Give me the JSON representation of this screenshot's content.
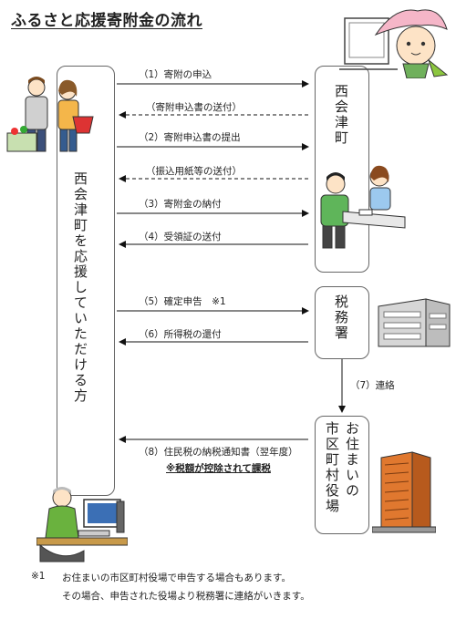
{
  "title": "ふるさと応援寄附金の流れ",
  "supporter_label": "西会津町を応援していただける方",
  "town_label": "西会津町",
  "tax_office_label": "税務署",
  "municipal_label_line1": "お住まいの",
  "municipal_label_line2": "市区町村役場",
  "steps": {
    "s1": "（1）寄附の申込",
    "s1b": "（寄附申込書の送付）",
    "s2": "（2）寄附申込書の提出",
    "s2b": "（振込用紙等の送付）",
    "s3": "（3）寄附金の納付",
    "s4": "（4）受領証の送付",
    "s5": "（5）確定申告　※1",
    "s6": "（6）所得税の還付",
    "s7": "（7）連絡",
    "s8": "（8）住民税の納税通知書（翌年度）",
    "s8note": "※税額が控除されて課税"
  },
  "footnote": {
    "mark": "※1",
    "line1": "お住まいの市区町村役場で申告する場合もあります。",
    "line2": "その場合、申告された役場より税務署に連絡がいきます。"
  }
}
